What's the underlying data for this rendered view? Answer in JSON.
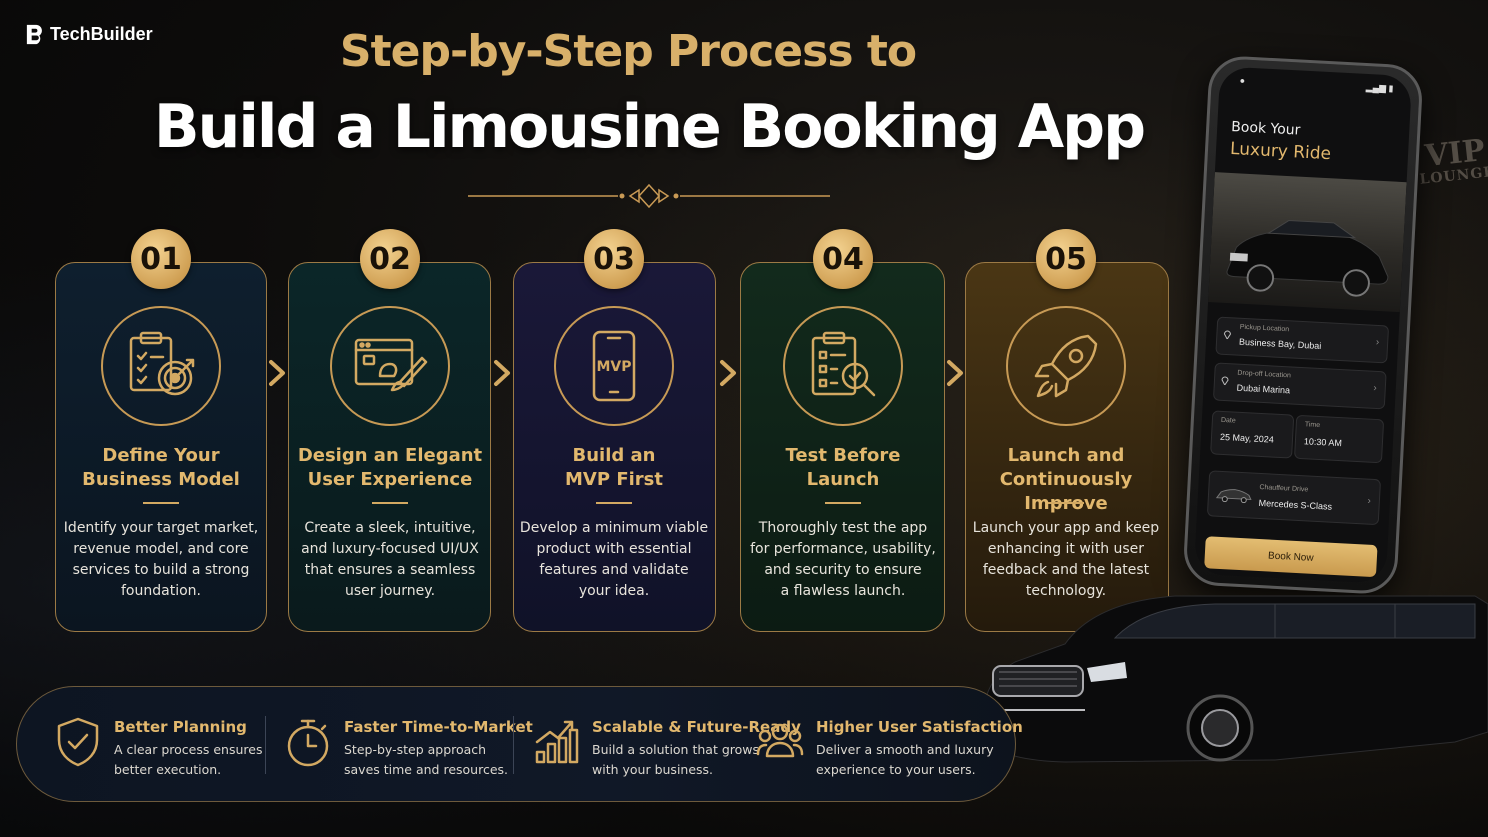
{
  "brand": {
    "name": "TechBuilder"
  },
  "header": {
    "title_line1": "Step-by-Step Process to",
    "title_line2": "Build a Limousine Booking App"
  },
  "colors": {
    "accent_gold": "#d8b06a",
    "background": "#0d0c0b",
    "text": "#ffffff"
  },
  "steps": [
    {
      "number": "01",
      "title_1": "Define Your",
      "title_2": "Business Model",
      "icon": "target-clipboard-icon",
      "desc": [
        "Identify your target market,",
        "revenue model, and core",
        "services to build a strong",
        "foundation."
      ]
    },
    {
      "number": "02",
      "title_1": "Design an Elegant",
      "title_2": "User Experience",
      "icon": "design-window-brush-icon",
      "desc": [
        "Create a sleek, intuitive,",
        "and luxury-focused UI/UX",
        "that ensures a seamless",
        "user journey."
      ]
    },
    {
      "number": "03",
      "title_1": "Build an",
      "title_2": "MVP First",
      "icon": "mvp-phone-icon",
      "icon_text": "MVP",
      "desc": [
        "Develop a minimum viable",
        "product with essential",
        "features and validate",
        "your idea."
      ]
    },
    {
      "number": "04",
      "title_1": "Test Before",
      "title_2": "Launch",
      "icon": "test-clipboard-magnifier-icon",
      "desc": [
        "Thoroughly test the app",
        "for performance, usability,",
        "and security to ensure",
        "a flawless launch."
      ]
    },
    {
      "number": "05",
      "title_1": "Launch and",
      "title_2": "Continuously Improve",
      "icon": "rocket-icon",
      "desc": [
        "Launch your app and keep",
        "enhancing it with user",
        "feedback and the latest",
        "technology."
      ]
    }
  ],
  "benefits": [
    {
      "title": "Better Planning",
      "desc_1": "A clear process ensures",
      "desc_2": "better execution.",
      "icon": "shield-check-icon"
    },
    {
      "title": "Faster Time-to-Market",
      "desc_1": "Step-by-step approach",
      "desc_2": "saves time and resources.",
      "icon": "stopwatch-icon"
    },
    {
      "title": "Scalable & Future-Ready",
      "desc_1": "Build a solution that grows",
      "desc_2": "with your business.",
      "icon": "growth-chart-icon"
    },
    {
      "title": "Higher User Satisfaction",
      "desc_1": "Deliver a smooth and luxury",
      "desc_2": "experience to your users.",
      "icon": "users-icon"
    }
  ],
  "phone": {
    "title_1": "Book Your",
    "title_2": "Luxury Ride",
    "pickup_label": "Pickup Location",
    "pickup_value": "Business Bay, Dubai",
    "dropoff_label": "Drop-off Location",
    "dropoff_value": "Dubai Marina",
    "date_label": "Date",
    "date_value": "25 May, 2024",
    "time_label": "Time",
    "time_value": "10:30 AM",
    "vehicle_label": "Chauffeur Drive",
    "vehicle_value": "Mercedes S-Class",
    "book_button": "Book Now"
  },
  "background_sign": {
    "line1": "VIP",
    "line2": "LOUNGE"
  }
}
